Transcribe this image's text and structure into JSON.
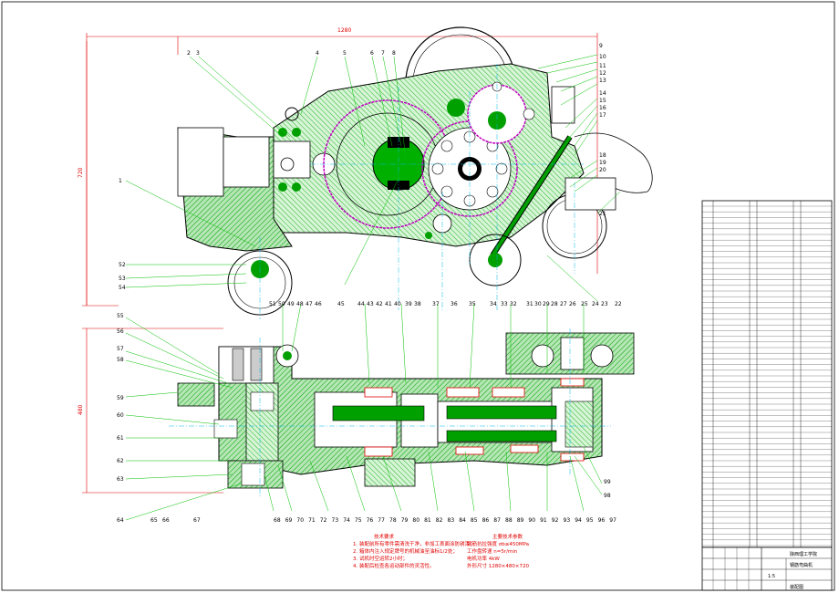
{
  "drawing": {
    "overall_length": "1280",
    "height_top": "720",
    "height_side": "480"
  },
  "balloons_top_left": [
    "2",
    "3",
    "4",
    "5",
    "6",
    "7",
    "8"
  ],
  "balloons_top_right": [
    "9",
    "10",
    "11",
    "12",
    "13",
    "14",
    "15",
    "16",
    "17",
    "18",
    "19",
    "20",
    "21"
  ],
  "balloons_left": [
    "1",
    "52",
    "53",
    "54"
  ],
  "balloons_mid_row": [
    "51",
    "50",
    "49",
    "48",
    "47",
    "46",
    "45",
    "44",
    "43",
    "42",
    "41",
    "40",
    "39",
    "38",
    "37",
    "36",
    "35",
    "34",
    "33",
    "32",
    "31",
    "30",
    "29",
    "28",
    "27",
    "26",
    "25",
    "24",
    "23",
    "22"
  ],
  "balloons_side_left": [
    "55",
    "56",
    "57",
    "58",
    "59",
    "60",
    "61",
    "62",
    "63",
    "64"
  ],
  "balloons_bottom_row": [
    "65",
    "66",
    "67",
    "68",
    "69",
    "70",
    "71",
    "72",
    "73",
    "74",
    "75",
    "76",
    "77",
    "78",
    "79",
    "80",
    "81",
    "82",
    "83",
    "84",
    "85",
    "86",
    "87",
    "88",
    "89",
    "90",
    "91",
    "92",
    "93",
    "94",
    "95",
    "96",
    "97"
  ],
  "balloons_side_right": [
    "99",
    "98"
  ],
  "notes": {
    "heading": "技术要求",
    "items": [
      "1. 装配前所有零件需清洗干净，非加工表面涂防锈漆；",
      "2. 箱体内注入规定牌号的机械油至油标1/2处；",
      "3. 试机时空运转2小时；",
      "4. 装配后检查各运动部件的灵活性。"
    ]
  },
  "params": {
    "heading": "主要技术参数",
    "items": [
      "钢筋抗拉强度 σb≤450MPa",
      "工作盘转速 n=5r/min",
      "电机功率 4kW",
      "外形尺寸 1280×480×720"
    ]
  },
  "title_block": {
    "school": "陕西理工学院",
    "title": "钢筋弯曲机",
    "subtitle": "装配图",
    "scale": "1:5"
  },
  "colors": {
    "outline": "#000000",
    "section": "#00a000",
    "centerline": "#00b8e6",
    "gear": "#c000c0",
    "dimension": "#e00000",
    "leader": "#00c000"
  }
}
